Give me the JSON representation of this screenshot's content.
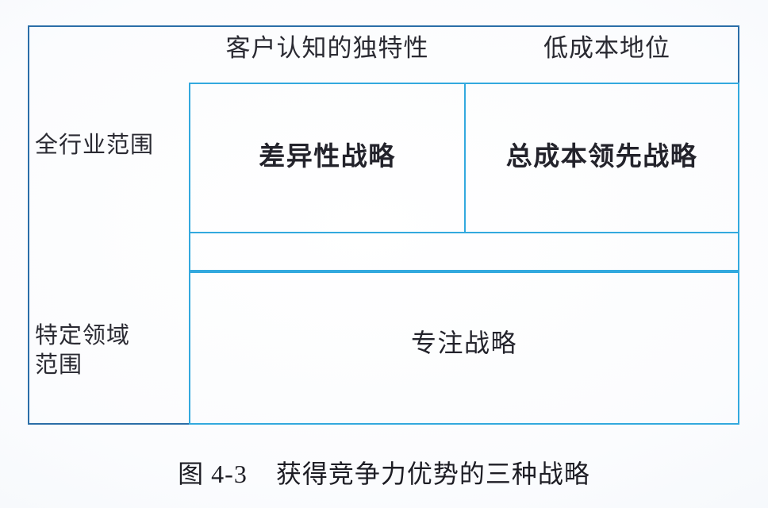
{
  "figure": {
    "caption": "图 4-3    获得竞争力优势的三种战略",
    "caption_number": "图 4-3",
    "caption_title": "获得竞争力优势的三种战略"
  },
  "matrix": {
    "column_headers": [
      {
        "id": "uniqueness",
        "label": "客户认知的独特性"
      },
      {
        "id": "low-cost",
        "label": "低成本地位"
      }
    ],
    "row_labels": [
      {
        "id": "industry-wide",
        "label": "全行业范围"
      },
      {
        "id": "particular-segment",
        "label": "特定领域\n范围"
      }
    ],
    "cells": [
      {
        "id": "differentiation",
        "label": "差异性战略",
        "row": "industry-wide",
        "column": "uniqueness"
      },
      {
        "id": "cost-leadership",
        "label": "总成本领先战略",
        "row": "industry-wide",
        "column": "low-cost"
      },
      {
        "id": "focus",
        "label": "专注战略",
        "row": "particular-segment",
        "column": "both"
      }
    ]
  },
  "colors": {
    "outer_border": "#2b6ea8",
    "inner_border": "#33a9de",
    "text": "#23232b",
    "background": "#fdfdfe"
  }
}
